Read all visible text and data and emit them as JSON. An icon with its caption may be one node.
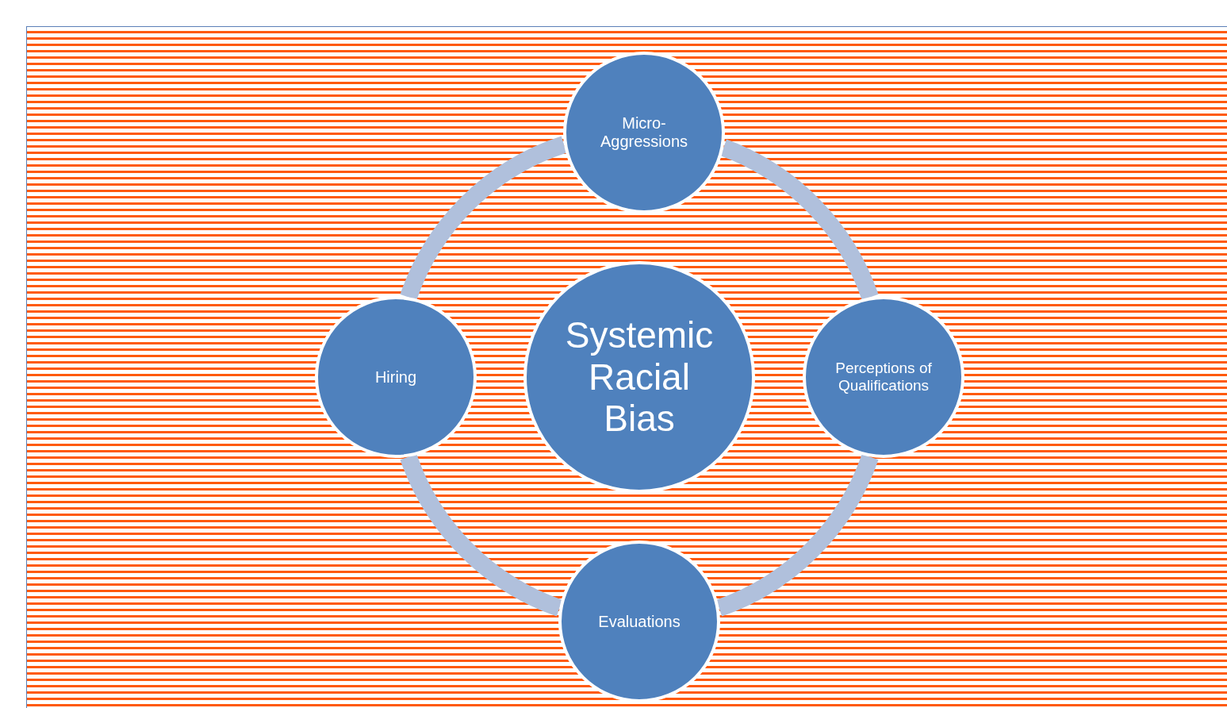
{
  "diagram": {
    "nodes": [
      {
        "text": [
          "Systemic Racial Bias"
        ]
      },
      {
        "text": [
          "Micro- Aggressions"
        ]
      },
      {
        "text": [
          "Perceptions of Qualifications"
        ]
      },
      {
        "text": [
          "Hiring"
        ]
      },
      {
        "text": [
          "Evaluations"
        ]
      }
    ],
    "edges": [
      {
        "from": 1,
        "to": 2,
        "arrow": "none"
      },
      {
        "from": 2,
        "to": 4,
        "arrow": "none"
      },
      {
        "from": 4,
        "to": 3,
        "arrow": "none"
      },
      {
        "from": 3,
        "to": 1,
        "arrow": "none"
      }
    ]
  }
}
